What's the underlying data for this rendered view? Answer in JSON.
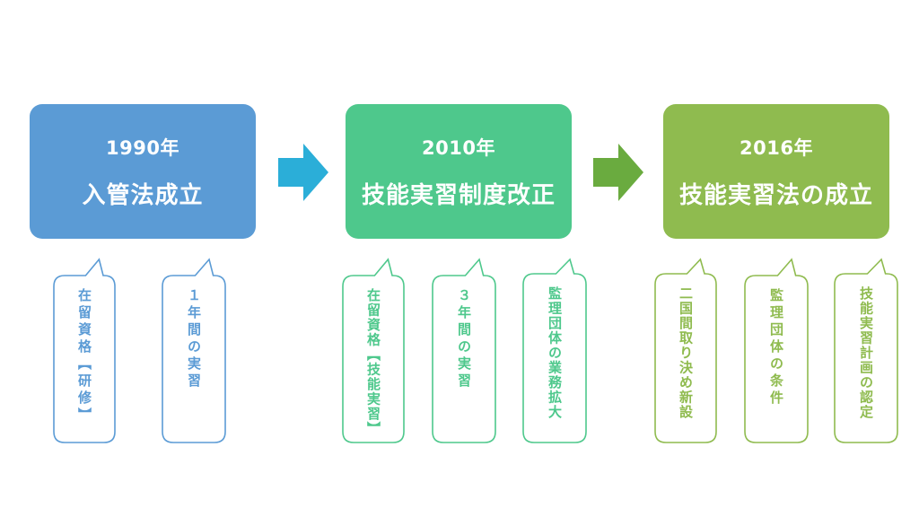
{
  "stages": [
    {
      "year": "1990年",
      "title": "入管法成立",
      "color": "#5b9bd5"
    },
    {
      "year": "2010年",
      "title": "技能実習制度改正",
      "color": "#4ec88c"
    },
    {
      "year": "2016年",
      "title": "技能実習法の成立",
      "color": "#8fbb4f"
    }
  ],
  "arrows": [
    {
      "color": "#2baed8"
    },
    {
      "color": "#6aab3f"
    }
  ],
  "callouts": [
    {
      "text": "在留資格【研修】",
      "color": "#5b9bd5"
    },
    {
      "text": "１年間の実習",
      "color": "#5b9bd5"
    },
    {
      "text": "在留資格【技能実習】",
      "color": "#4ec88c"
    },
    {
      "text": "３年間の実習",
      "color": "#4ec88c"
    },
    {
      "text": "監理団体の業務拡大",
      "color": "#4ec88c"
    },
    {
      "text": "二国間取り決め新設",
      "color": "#8fbb4f"
    },
    {
      "text": "監理団体の条件",
      "color": "#8fbb4f"
    },
    {
      "text": "技能実習計画の認定",
      "color": "#8fbb4f"
    }
  ]
}
